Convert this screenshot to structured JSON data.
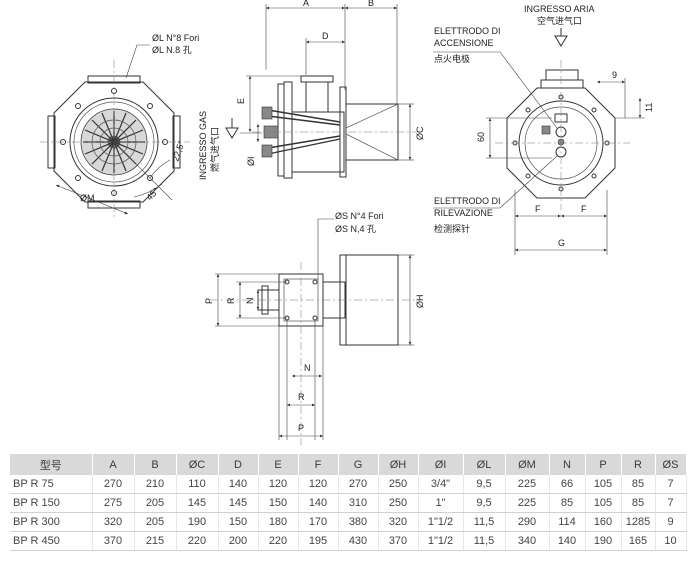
{
  "drawing": {
    "front_view": {
      "hole_note_it": "ØL N°8 Fori",
      "hole_note_cn": "ØL N.8 孔",
      "angle_1": "22,5°",
      "angle_2": "45°",
      "diameter_label": "ØM"
    },
    "side_view": {
      "dim_a": "A",
      "dim_b": "B",
      "dim_d": "D",
      "dim_e": "E",
      "dim_c": "ØC",
      "dim_i": "ØI",
      "gas_inlet_it": "INGRESSO GAS",
      "gas_inlet_cn": "燃气进气口"
    },
    "rear_view": {
      "air_inlet_it": "INGRESSO ARIA",
      "air_inlet_cn": "空气进气口",
      "ignition_electrode_line1": "ELETTRODO DI",
      "ignition_electrode_line2": "ACCENSIONE",
      "ignition_electrode_cn": "点火电极",
      "detection_electrode_line1": "ELETTRODO DI",
      "detection_electrode_line2": "RILEVAZIONE",
      "detection_electrode_cn": "检测探针",
      "dim_9": "9",
      "dim_11": "11",
      "dim_60": "60",
      "dim_f_left": "F",
      "dim_f_right": "F",
      "dim_g": "G"
    },
    "flange_view": {
      "hole_note_it": "ØS N°4 Fori",
      "hole_note_cn": "ØS N,4 孔",
      "dim_p_left": "P",
      "dim_r_left": "R",
      "dim_n_left": "N",
      "dim_h": "ØH",
      "dim_n_bottom": "N",
      "dim_r_bottom": "R",
      "dim_p_bottom": "P"
    }
  },
  "table": {
    "headers": [
      "型号",
      "A",
      "B",
      "ØC",
      "D",
      "E",
      "F",
      "G",
      "ØH",
      "ØI",
      "ØL",
      "ØM",
      "N",
      "P",
      "R",
      "ØS"
    ],
    "rows": [
      [
        "BP R 75",
        "270",
        "210",
        "110",
        "140",
        "120",
        "120",
        "270",
        "250",
        "3/4\"",
        "9,5",
        "225",
        "66",
        "105",
        "85",
        "7"
      ],
      [
        "BP R 150",
        "275",
        "205",
        "145",
        "145",
        "150",
        "140",
        "310",
        "250",
        "1\"",
        "9,5",
        "225",
        "85",
        "105",
        "85",
        "7"
      ],
      [
        "BP R 300",
        "320",
        "205",
        "190",
        "150",
        "180",
        "170",
        "380",
        "320",
        "1\"1/2",
        "11,5",
        "290",
        "114",
        "160",
        "1285",
        "9"
      ],
      [
        "BP R 450",
        "370",
        "215",
        "220",
        "200",
        "220",
        "195",
        "430",
        "370",
        "1\"1/2",
        "11,5",
        "340",
        "140",
        "190",
        "165",
        "10"
      ]
    ]
  }
}
